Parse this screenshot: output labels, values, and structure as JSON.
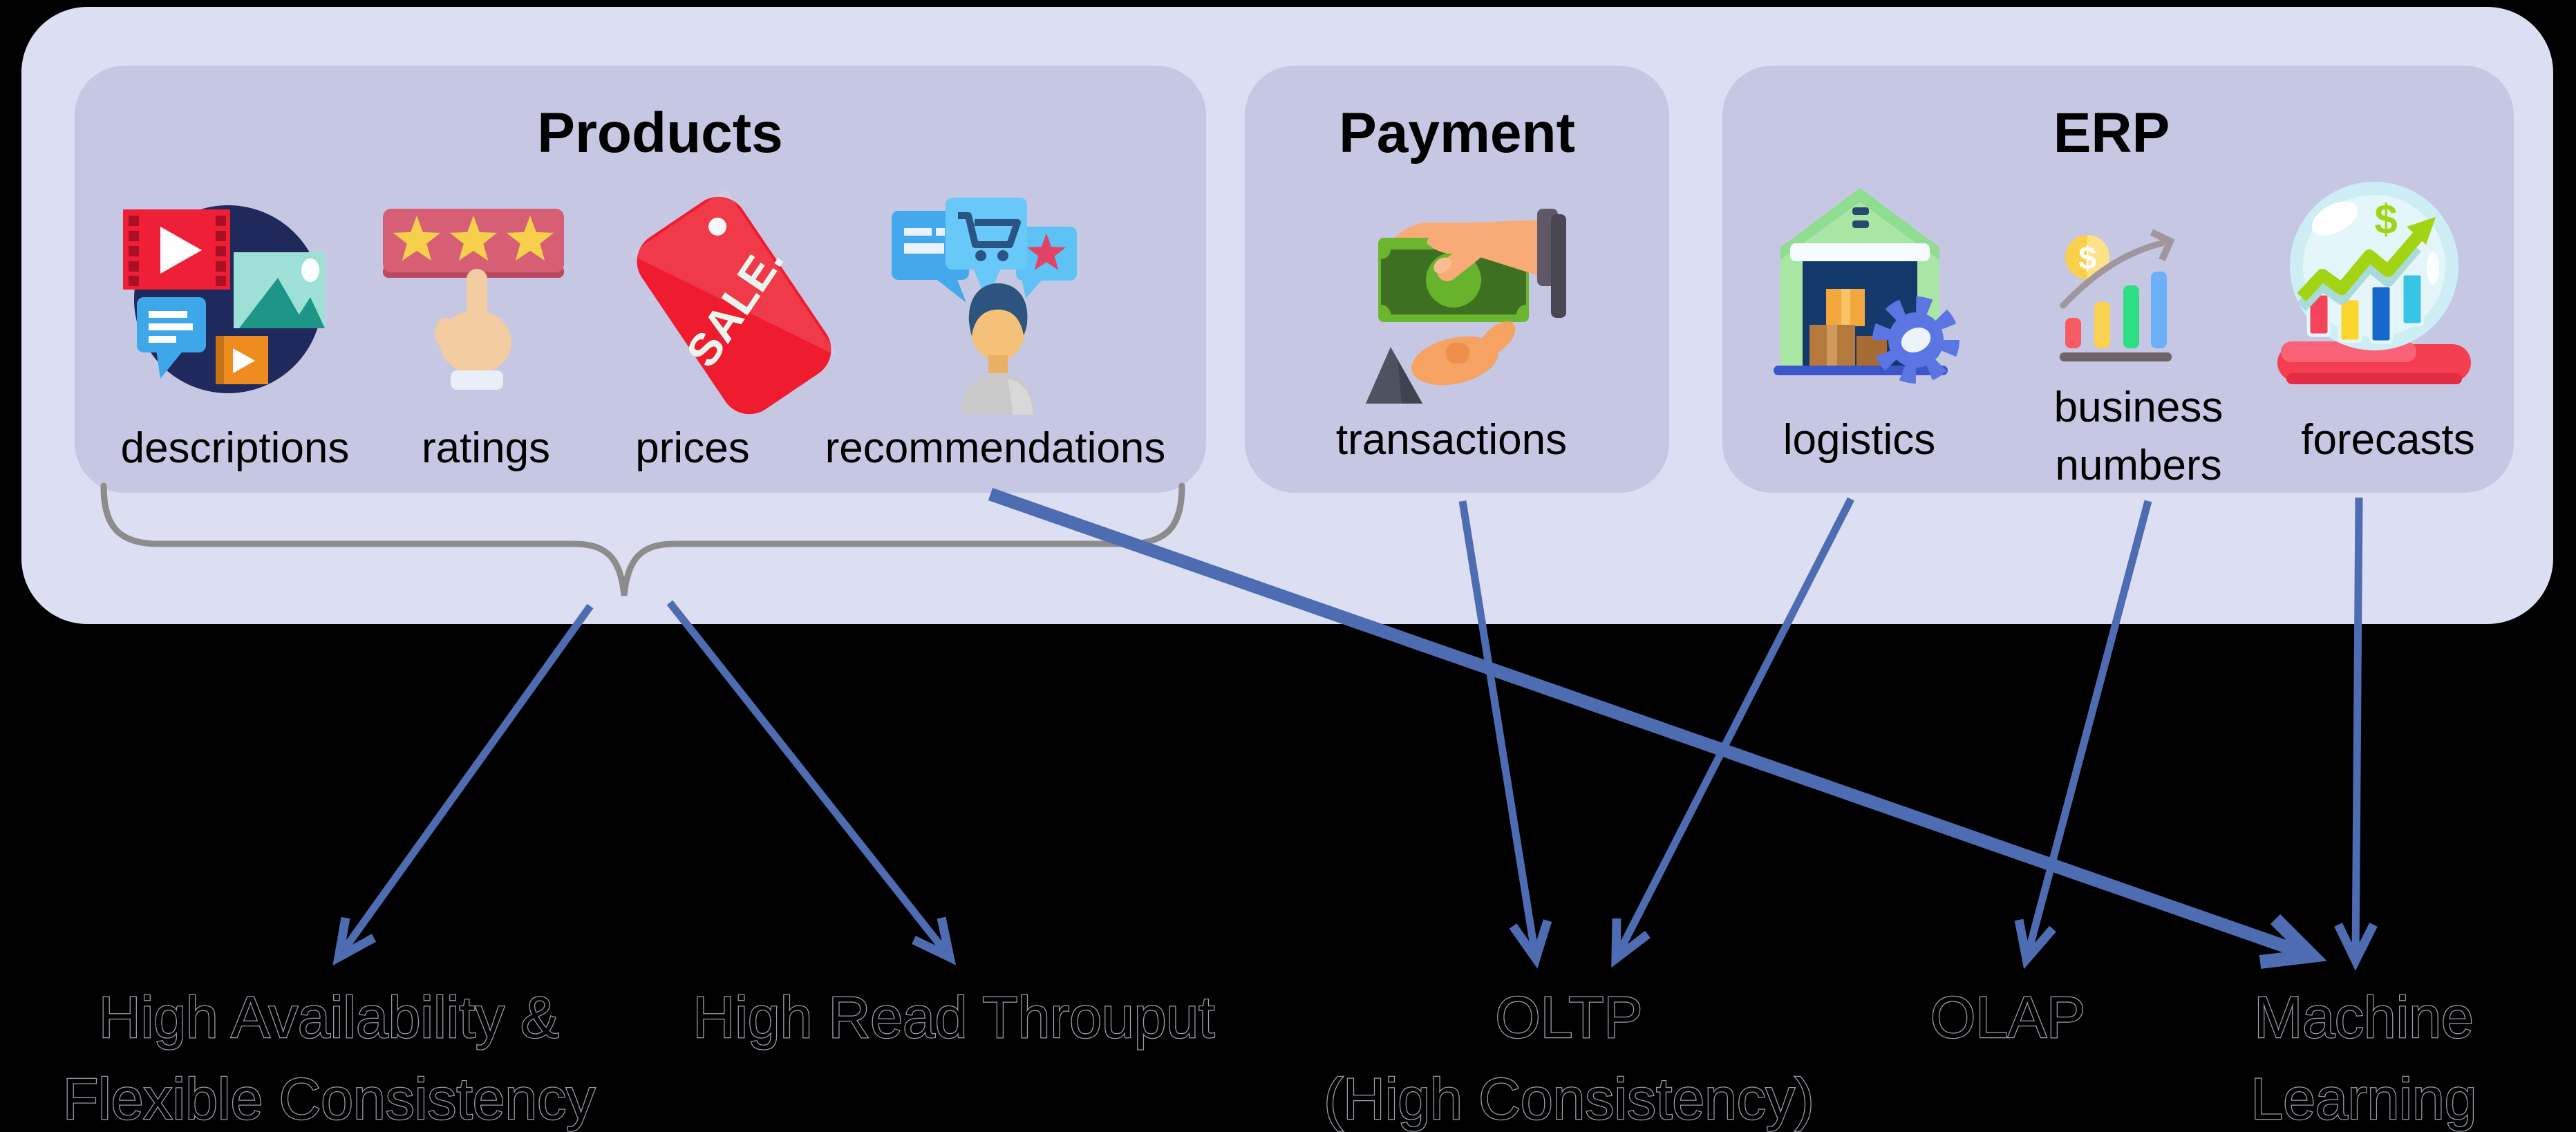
{
  "panels": [
    {
      "title": "Products",
      "items": [
        {
          "label": "descriptions"
        },
        {
          "label": "ratings"
        },
        {
          "label": "prices"
        },
        {
          "label": "recommendations"
        }
      ]
    },
    {
      "title": "Payment",
      "items": [
        {
          "label": "transactions"
        }
      ]
    },
    {
      "title": "ERP",
      "items": [
        {
          "label": "logistics"
        },
        {
          "label": "business\nnumbers"
        },
        {
          "label": "forecasts"
        }
      ]
    }
  ],
  "targets": [
    {
      "label": "High Availability &\nFlexible Consistency"
    },
    {
      "label": "High Read Throuput"
    },
    {
      "label": "OLTP\n(High Consistency)"
    },
    {
      "label": "OLAP"
    },
    {
      "label": "Machine\nLearning"
    }
  ],
  "icons": {
    "descriptions": "media-collage-icon",
    "ratings": "star-rating-hand-icon",
    "prices": "sale-tag-icon",
    "recommendations": "recommendation-bubbles-icon",
    "transactions": "cash-handover-icon",
    "logistics": "warehouse-gear-icon",
    "business_numbers": "growth-bars-coin-icon",
    "forecasts": "crystal-ball-chart-icon",
    "sale_tag_text": "SALE.",
    "coin_dollar": "$",
    "ball_dollar": "$"
  },
  "colors": {
    "outer_panel": "#dcdff1",
    "inner_panel": "#c6c7e2",
    "arrow_blue": "#4e6cb2",
    "brace_gray": "#8c8c8c",
    "text": "#000000",
    "background": "#000000"
  }
}
